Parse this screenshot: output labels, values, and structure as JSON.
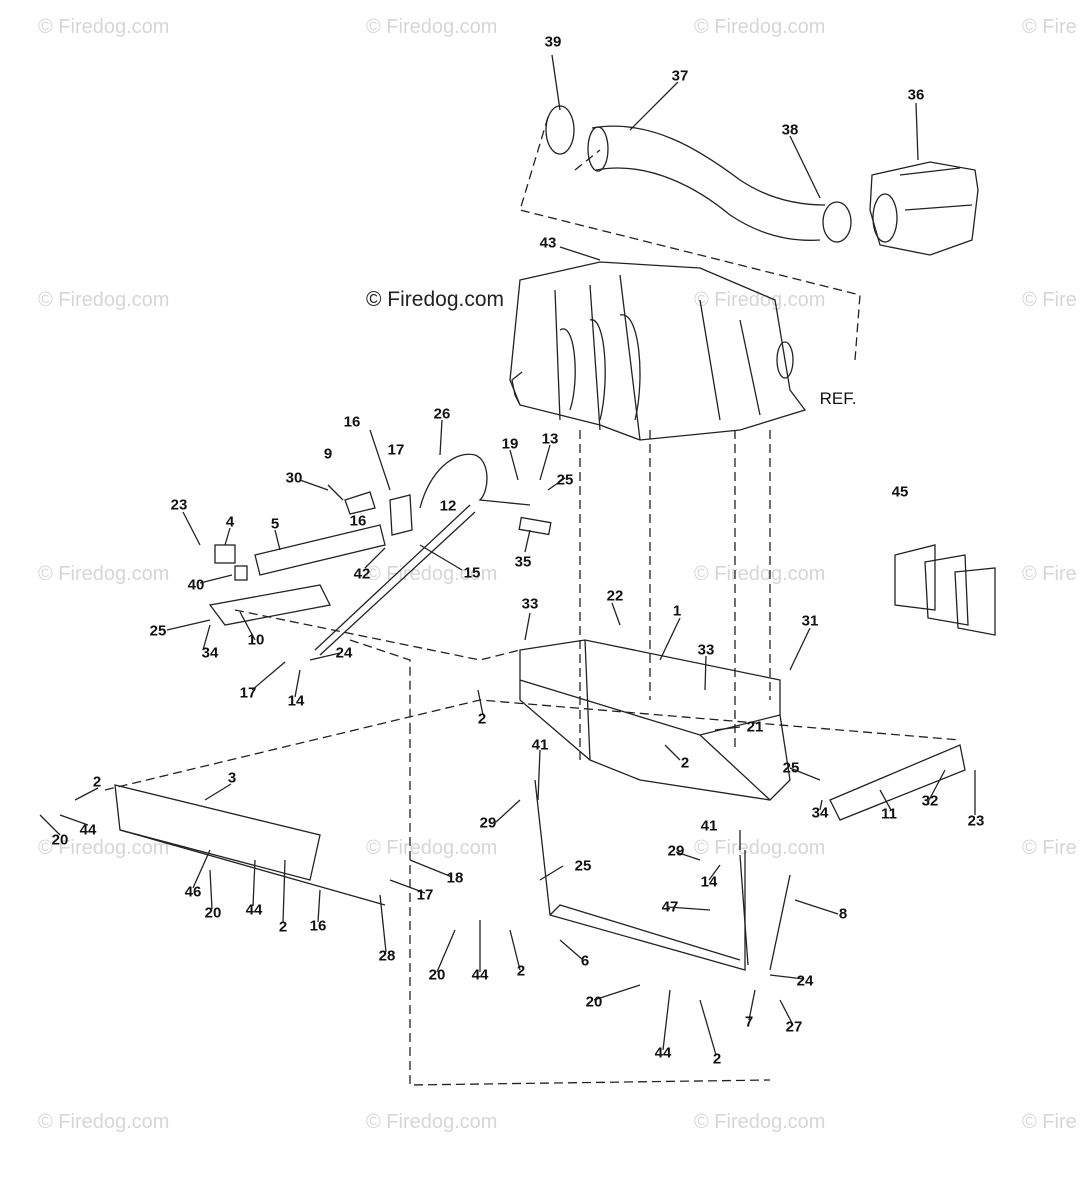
{
  "watermark_text": "© Firedog.com",
  "watermark_text_cut": "© Fire",
  "credit": "© Firedog.com",
  "ref_label": "REF.",
  "callouts": {
    "c39": "39",
    "c37": "37",
    "c36": "36",
    "c38": "38",
    "c43": "43",
    "c16a": "16",
    "c26": "26",
    "c19": "19",
    "c13": "13",
    "c25a": "25",
    "c9": "9",
    "c17a": "17",
    "c30": "30",
    "c12": "12",
    "c16b": "16",
    "c23a": "23",
    "c4": "4",
    "c5": "5",
    "c35": "35",
    "c15": "15",
    "c42": "42",
    "c40": "40",
    "c45": "45",
    "c10": "10",
    "c25b": "25",
    "c34a": "34",
    "c33a": "33",
    "c22": "22",
    "c1": "1",
    "c31": "31",
    "c24a": "24",
    "c17b": "17",
    "c14a": "14",
    "c33b": "33",
    "c2a": "2",
    "c21": "21",
    "c41a": "41",
    "c2b": "2",
    "c25c": "25",
    "c34b": "34",
    "c11": "11",
    "c32": "32",
    "c23b": "23",
    "c2c": "2",
    "c3": "3",
    "c20a": "20",
    "c44a": "44",
    "c29a": "29",
    "c25d": "25",
    "c41b": "41",
    "c29b": "29",
    "c14b": "14",
    "c18": "18",
    "c17c": "17",
    "c47": "47",
    "c8": "8",
    "c46": "46",
    "c20b": "20",
    "c44b": "44",
    "c2d": "2",
    "c16c": "16",
    "c28": "28",
    "c20c": "20",
    "c44c": "44",
    "c2e": "2",
    "c6": "6",
    "c24b": "24",
    "c20d": "20",
    "c7": "7",
    "c27": "27",
    "c44d": "44",
    "c2f": "2"
  }
}
